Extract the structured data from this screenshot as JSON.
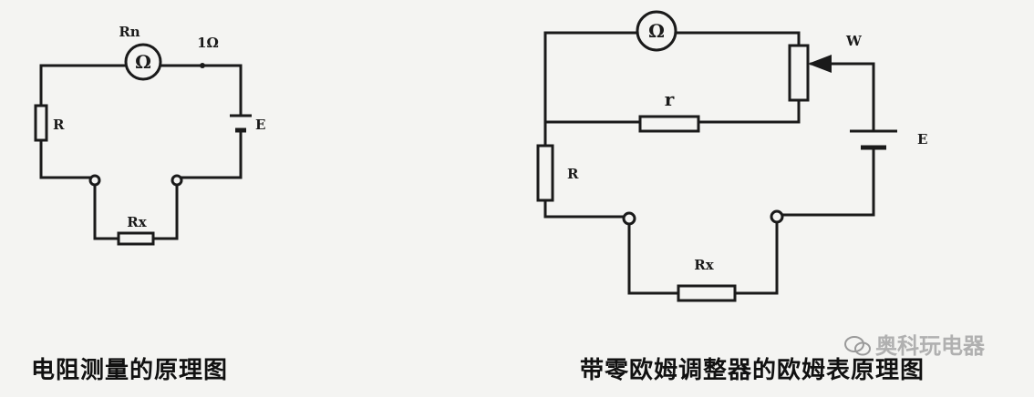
{
  "left_circuit": {
    "meter_label": "Rn",
    "meter_symbol": "Ω",
    "scale_label": "1Ω",
    "resistor_label": "R",
    "battery_label": "E",
    "unknown_label": "Rx"
  },
  "right_circuit": {
    "meter_symbol": "Ω",
    "pot_label": "W",
    "shunt_label": "r",
    "resistor_label": "R",
    "battery_label": "E",
    "unknown_label": "Rx"
  },
  "captions": {
    "left": "电阻测量的原理图",
    "right": "带零欧姆调整器的欧姆表原理图"
  },
  "watermark": {
    "text": "奥科玩电器",
    "icon": "wechat-icon"
  },
  "colors": {
    "ink": "#1a1a1a",
    "paper": "#f4f4f2"
  }
}
